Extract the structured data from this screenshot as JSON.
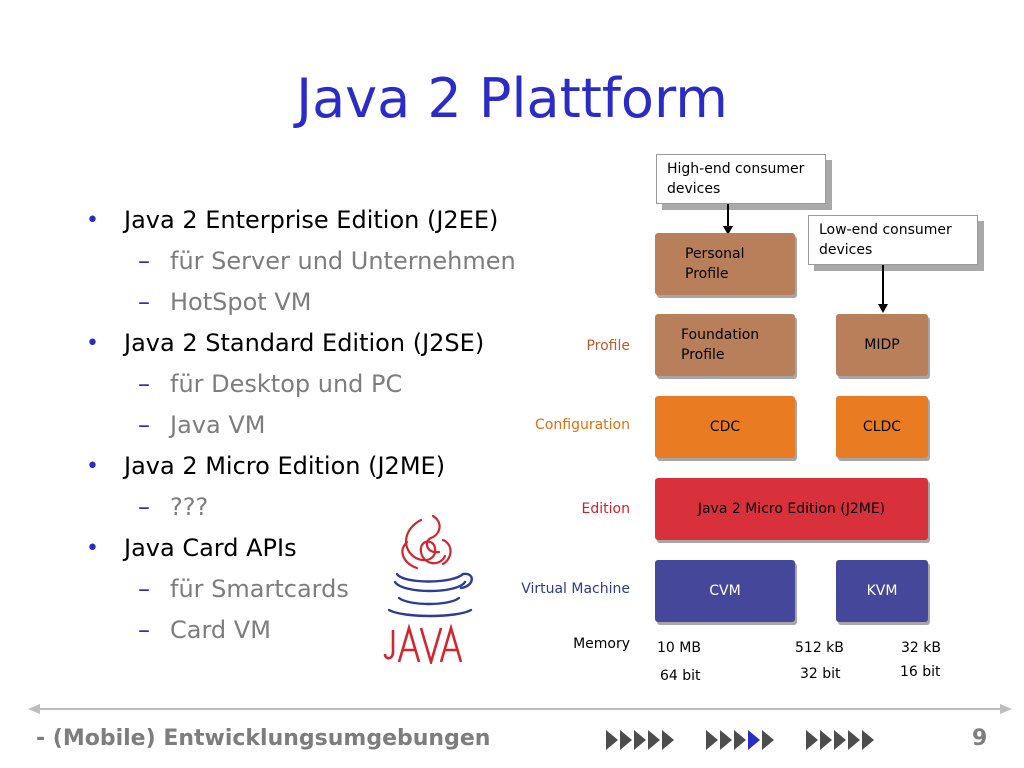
{
  "slide": {
    "title": "Java 2 Plattform",
    "bullets": [
      {
        "level": 1,
        "text": "Java 2 Enterprise Edition (J2EE)"
      },
      {
        "level": 2,
        "text": "für Server und Unternehmen"
      },
      {
        "level": 2,
        "text": "HotSpot VM"
      },
      {
        "level": 1,
        "text": "Java 2 Standard Edition (J2SE)"
      },
      {
        "level": 2,
        "text": "für Desktop und PC"
      },
      {
        "level": 2,
        "text": "Java VM"
      },
      {
        "level": 1,
        "text": "Java 2 Micro Edition (J2ME)"
      },
      {
        "level": 2,
        "text": "???"
      },
      {
        "level": 1,
        "text": "Java Card APIs"
      },
      {
        "level": 2,
        "text": "für Smartcards"
      },
      {
        "level": 2,
        "text": "Card VM"
      }
    ],
    "bullet_marks": {
      "level1": "•",
      "level2": "–"
    }
  },
  "diagram": {
    "row_labels": {
      "profile": "Profile",
      "configuration": "Configuration",
      "edition": "Edition",
      "virtual_machine": "Virtual Machine",
      "memory": "Memory"
    },
    "callouts": {
      "high_end": "High-end consumer devices",
      "low_end": "Low-end consumer devices"
    },
    "boxes": {
      "personal_profile": "Personal Profile",
      "foundation_profile": "Foundation Profile",
      "midp": "MIDP",
      "cdc": "CDC",
      "cldc": "CLDC",
      "j2me": "Java 2 Micro Edition (J2ME)",
      "cvm": "CVM",
      "kvm": "KVM"
    },
    "memory": {
      "mem1": "10 MB",
      "bits1": "64 bit",
      "mem2": "512 kB",
      "bits2": "32 bit",
      "mem3": "32 kB",
      "bits3": "16 bit"
    },
    "colors": {
      "profile_box": "#b87f5a",
      "profile_label": "#b85a2a",
      "configuration_box": "#e97b22",
      "configuration_label": "#e06f10",
      "edition_box": "#d9313c",
      "edition_label": "#d01f2a",
      "vm_box": "#45489a",
      "vm_label": "#2e3a8c"
    }
  },
  "logo": {
    "text": "JAVA",
    "icon": "java-coffee-cup-logo"
  },
  "footer": {
    "text": "- (Mobile) Entwicklungsumgebungen",
    "page_number": "9",
    "nav_groups": [
      5,
      5,
      5
    ],
    "nav_active": {
      "group": 1,
      "index": 3
    }
  },
  "colors": {
    "title": "#2b2bc8",
    "subtext": "#7d7d7d"
  }
}
